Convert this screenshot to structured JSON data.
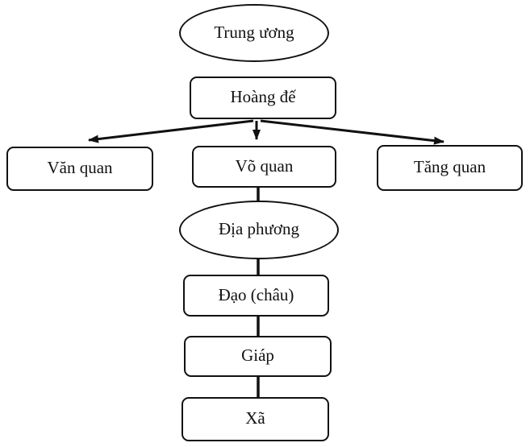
{
  "diagram": {
    "description": "Flowchart of a feudal administrative structure (Vietnamese)",
    "colors": {
      "background": "#ffffff",
      "line": "#111111",
      "text": "#111111",
      "node_fill": "#ffffff"
    },
    "nodes": [
      {
        "id": "trung-uong",
        "shape": "ellipse",
        "label": "Trung ương"
      },
      {
        "id": "hoang-de",
        "shape": "rect",
        "label": "Hoàng đế"
      },
      {
        "id": "van-quan",
        "shape": "rect",
        "label": "Văn quan"
      },
      {
        "id": "vo-quan",
        "shape": "rect",
        "label": "Võ quan"
      },
      {
        "id": "tang-quan",
        "shape": "rect",
        "label": "Tăng quan"
      },
      {
        "id": "dia-phuong",
        "shape": "ellipse",
        "label": "Địa phương"
      },
      {
        "id": "dao-chau",
        "shape": "rect",
        "label": "Đạo (châu)"
      },
      {
        "id": "giap",
        "shape": "rect",
        "label": "Giáp"
      },
      {
        "id": "xa",
        "shape": "rect",
        "label": "Xã"
      }
    ],
    "edges": [
      {
        "from": "hoang-de",
        "to": "van-quan",
        "style": "arrow"
      },
      {
        "from": "hoang-de",
        "to": "vo-quan",
        "style": "arrow"
      },
      {
        "from": "hoang-de",
        "to": "tang-quan",
        "style": "arrow"
      },
      {
        "from": "vo-quan",
        "to": "dia-phuong",
        "style": "line"
      },
      {
        "from": "dia-phuong",
        "to": "dao-chau",
        "style": "line"
      },
      {
        "from": "dao-chau",
        "to": "giap",
        "style": "line"
      },
      {
        "from": "giap",
        "to": "xa",
        "style": "line"
      }
    ]
  }
}
